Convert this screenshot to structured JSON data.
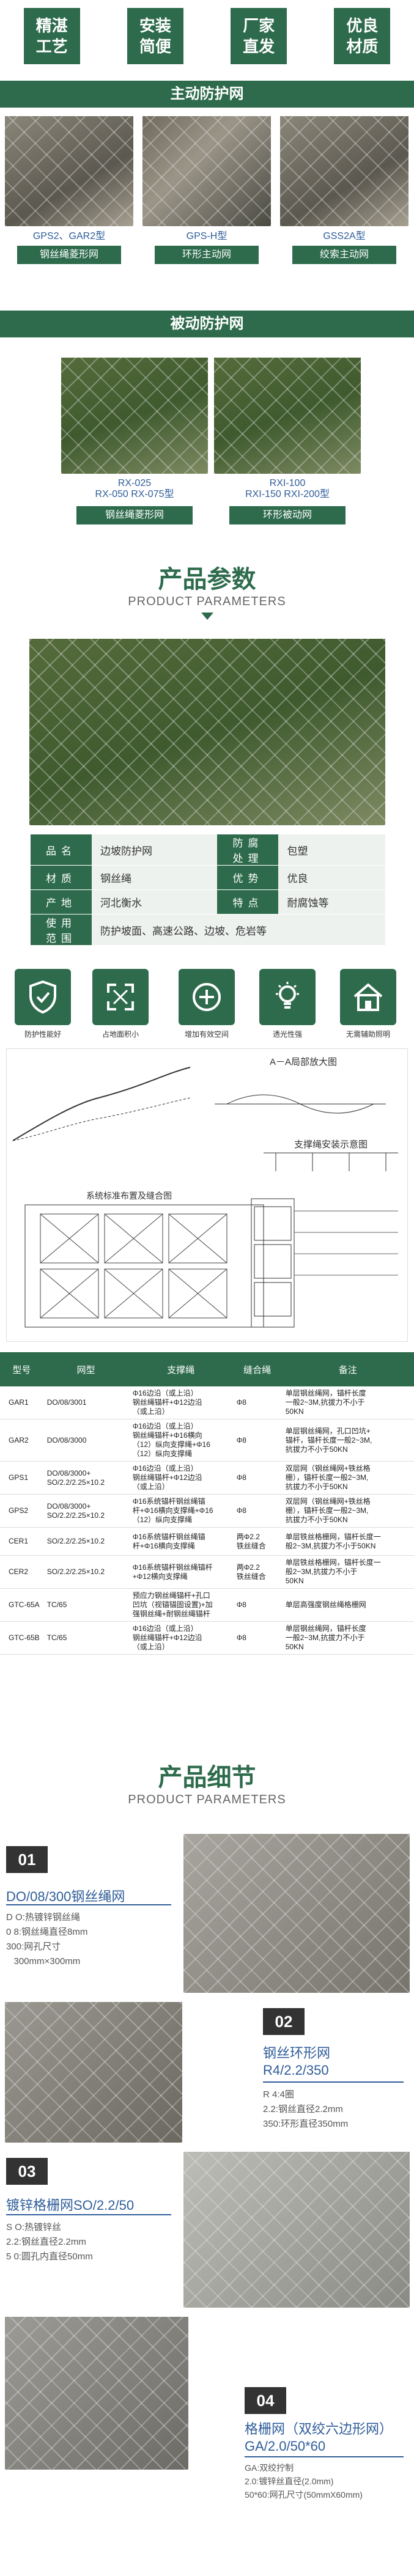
{
  "badges": [
    "精湛工艺",
    "安装简便",
    "厂家直发",
    "优良材质"
  ],
  "active": {
    "title": "主动防护网",
    "items": [
      {
        "cap": "GPS2、GAR2型",
        "tag": "钢丝绳菱形网"
      },
      {
        "cap": "GPS-H型",
        "tag": "环形主动网"
      },
      {
        "cap": "GSS2A型",
        "tag": "绞索主动网"
      }
    ]
  },
  "passive": {
    "title": "被动防护网",
    "items": [
      {
        "cap": "RX-025\nRX-050 RX-075型",
        "tag": "钢丝绳菱形网"
      },
      {
        "cap": "RXI-100\nRXI-150 RXI-200型",
        "tag": "环形被动网"
      }
    ]
  },
  "params_section": {
    "cn": "产品参数",
    "en": "PRODUCT PARAMETERS"
  },
  "params": [
    {
      "k1": "品名",
      "v1": "边坡防护网",
      "k2": "防腐处理",
      "v2": "包塑"
    },
    {
      "k1": "材质",
      "v1": "钢丝绳",
      "k2": "优势",
      "v2": "优良"
    },
    {
      "k1": "产地",
      "v1": "河北衡水",
      "k2": "特点",
      "v2": "耐腐蚀等"
    },
    {
      "k1": "使用范围",
      "v1": "防护坡面、高速公路、边坡、危岩等",
      "k2": "",
      "v2": ""
    }
  ],
  "features": [
    "防护性能好",
    "占地面积小",
    "增加有效空间",
    "透光性强",
    "无需辅助照明"
  ],
  "diagram": {
    "title_a": "A－A局部放大图",
    "title_b": "支撑绳安装示意图",
    "title_c": "系统标准布置及缝合图"
  },
  "spec": {
    "headers": [
      "型号",
      "网型",
      "支撑绳",
      "缝合绳",
      "备注"
    ],
    "rows": [
      [
        "GAR1",
        "DO/08/3001",
        "Φ16边沿（或上沿）\n钢丝绳锚杆+Φ12边沿\n（或上沿）",
        "Φ8",
        "单层钢丝绳网，锚杆长度\n一般2~3M,抗拔力不小于\n50KN"
      ],
      [
        "GAR2",
        "DO/08/3000",
        "Φ16边沿（或上沿）\n钢丝绳锚杆+Φ16横向\n（12）纵向支撑绳+Φ16\n（12）纵向支撑绳",
        "Φ8",
        "单层钢丝绳网，孔口凹坑+\n锚杆，锚杆长度一般2~3M,\n抗拔力不小于50KN"
      ],
      [
        "GPS1",
        "DO/08/3000+\nSO/2.2/2.25×10.2",
        "Φ16边沿（或上沿）\n钢丝绳锚杆+Φ12边沿\n（或上沿）",
        "Φ8",
        "双层网（钢丝绳网+铁丝格\n栅），锚杆长度一般2~3M,\n抗拔力不小于50KN"
      ],
      [
        "GPS2",
        "DO/08/3000+\nSO/2.2/2.25×10.2",
        "Φ16系统锚杆钢丝绳锚\n杆+Φ16横向支撑绳+Φ16\n（12）纵向支撑绳",
        "Φ8",
        "双层网（钢丝绳网+铁丝格\n栅），锚杆长度一般2~3M,\n抗拔力不小于50KN"
      ],
      [
        "CER1",
        "SO/2.2/2.25×10.2",
        "Φ16系统锚杆钢丝绳锚\n杆+Φ16横向支撑绳",
        "两Φ2.2\n铁丝缝合",
        "单层铁丝格栅网，锚杆长度一\n般2~3M,抗拔力不小于50KN"
      ],
      [
        "CER2",
        "SO/2.2/2.25×10.2",
        "Φ16系统锚杆钢丝绳锚杆\n+Φ12横向支撑绳",
        "两Φ2.2\n铁丝缝合",
        "单层铁丝格栅网，锚杆长度一\n般2~3M,抗拔力不小于\n50KN"
      ],
      [
        "GTC-65A",
        "TC/65",
        "预应力钢丝绳锚杆+孔口\n凹坑（视锚锚固设置)+加\n强钢丝绳+耐钢丝绳锚杆",
        "Φ8",
        "单层高强度钢丝绳格栅网"
      ],
      [
        "GTC-65B",
        "TC/65",
        "Φ16边沿（或上沿）\n钢丝绳锚杆+Φ12边沿\n（或上沿）",
        "Φ8",
        "单层钢丝绳网，锚杆长度\n一般2~3M,抗拔力不小于\n50KN"
      ]
    ]
  },
  "details_section": {
    "cn": "产品细节",
    "en": "PRODUCT PARAMETERS"
  },
  "details": [
    {
      "num": "01",
      "title": "DO/08/300钢丝绳网",
      "text": "D O:热镀锌钢丝绳\n0 8:钢丝绳直径8mm\n300:网孔尺寸\n   300mm×300mm"
    },
    {
      "num": "02",
      "title": "钢丝环形网\nR4/2.2/350",
      "text": "R 4:4圈\n2.2:钢丝直径2.2mm\n350:环形直径350mm"
    },
    {
      "num": "03",
      "title": "镀锌格栅网SO/2.2/50",
      "text": "S O:热镀锌丝\n2.2:钢丝直径2.2mm\n5 0:圆孔内直径50mm"
    },
    {
      "num": "04",
      "title": "格栅网（双绞六边形网）\nGA/2.0/50*60",
      "text": "GA:双绞拧制\n2.0:镀锌丝直径(2.0mm)\n50*60:网孔尺寸(50mmX60mm)"
    }
  ]
}
